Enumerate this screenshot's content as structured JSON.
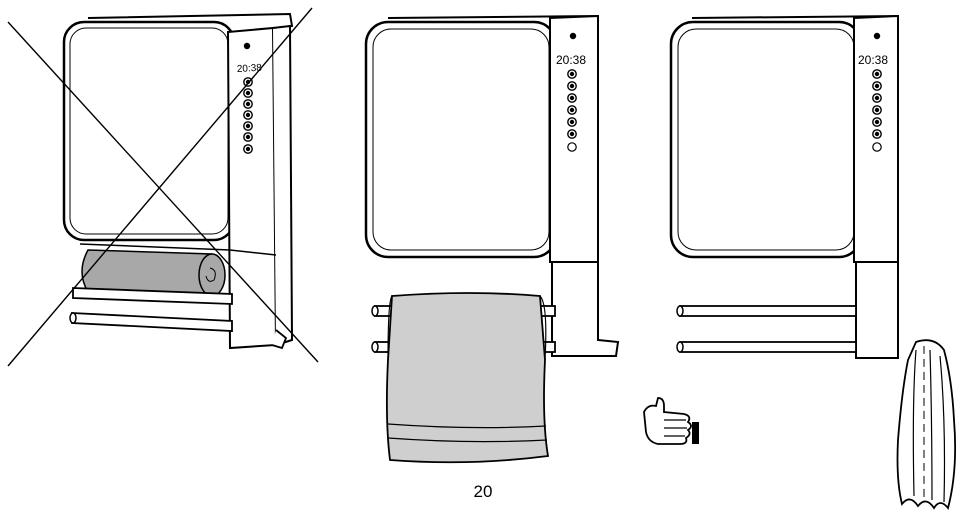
{
  "page": {
    "number": "20"
  },
  "illustrations": [
    {
      "id": "heater-towel-on-top",
      "display_time": "20:38",
      "towel_state": "rolled",
      "crossed_out": true
    },
    {
      "id": "heater-towel-on-rail",
      "display_time": "20:38",
      "towel_state": "draped",
      "crossed_out": false
    },
    {
      "id": "heater-towel-on-hook",
      "display_time": "20:38",
      "towel_state": "hanging",
      "crossed_out": false
    }
  ],
  "approval": {
    "icon": "thumbs-up-icon"
  },
  "colors": {
    "stroke": "#000000",
    "towel": "#a8a8a8",
    "towel_light": "#cfcfcf",
    "background": "#ffffff"
  }
}
